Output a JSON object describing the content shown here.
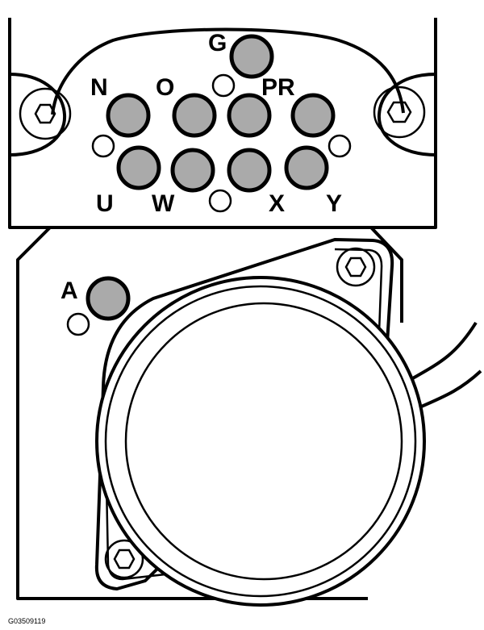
{
  "colors": {
    "pin_fill": "#aaaaaa",
    "outline": "#000000",
    "background": "#ffffff"
  },
  "upper_connector": {
    "pin_labels": {
      "g": "G",
      "n": "N",
      "o": "O",
      "pr": "PR",
      "u": "U",
      "w": "W",
      "x": "X",
      "y": "Y"
    }
  },
  "lower_connector": {
    "pin_labels": {
      "a": "A"
    }
  },
  "figure_code": "G03509119"
}
